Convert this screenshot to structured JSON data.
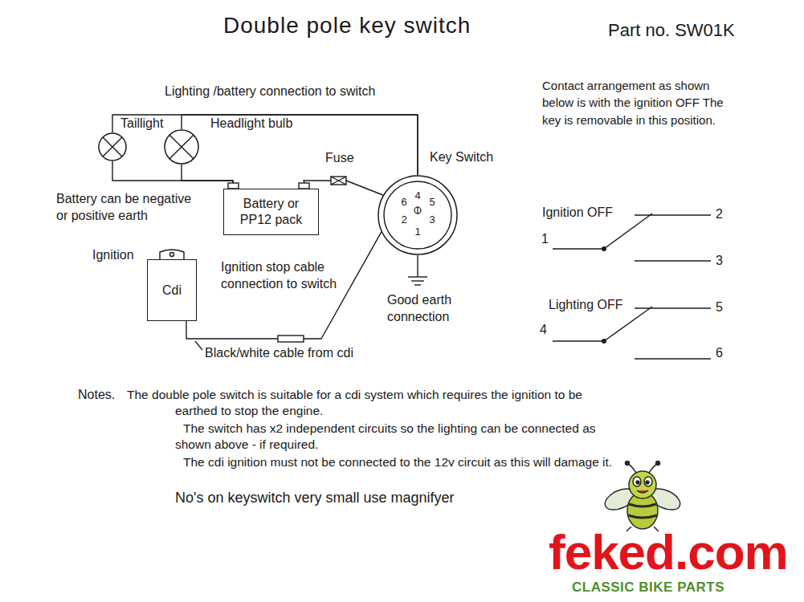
{
  "diagram": {
    "title": "Double pole key switch",
    "nodes": [
      {
        "text": [
          "Taillight"
        ]
      },
      {
        "text": [
          "Headlight bulb"
        ]
      },
      {
        "text": [
          "Battery or PP12 pack"
        ]
      },
      {
        "text": [
          "Key Switch"
        ]
      },
      {
        "text": [
          "Cdi"
        ]
      }
    ],
    "edges": [
      {
        "from": 0,
        "to": 3,
        "arrow": "none"
      },
      {
        "from": 1,
        "to": 3,
        "arrow": "none"
      },
      {
        "from": 0,
        "to": 2,
        "arrow": "none"
      },
      {
        "from": 1,
        "to": 2,
        "arrow": "none"
      },
      {
        "from": 2,
        "to": 3,
        "arrow": "none"
      },
      {
        "from": 4,
        "to": 3,
        "arrow": "none"
      }
    ],
    "labels": [
      "Part no. SW01K",
      "Lighting /battery connection to switch",
      "Fuse",
      "Battery can be negative or positive earth",
      "Ignition",
      "Ignition stop cable connection to switch",
      "Good earth connection",
      "Black/white cable from cdi",
      "6",
      "4",
      "5",
      "2",
      "3",
      "1",
      "Contact arrangement as shown below is with the ignition OFF The key is removable in this position.",
      "Ignition OFF",
      "1",
      "2",
      "3",
      "Lighting OFF",
      "4",
      "5",
      "6",
      "Notes.",
      "The double pole switch is suitable for a cdi system which requires the ignition to be earthed to stop the engine.",
      "The switch has x2 independent circuits so the lighting can be connected as shown above - if required.",
      "The cdi ignition must not be connected to the 12v circuit as this will damage it.",
      "No's on keyswitch very small use magnifyer",
      "feked.com",
      "CLASSIC BIKE PARTS"
    ]
  }
}
